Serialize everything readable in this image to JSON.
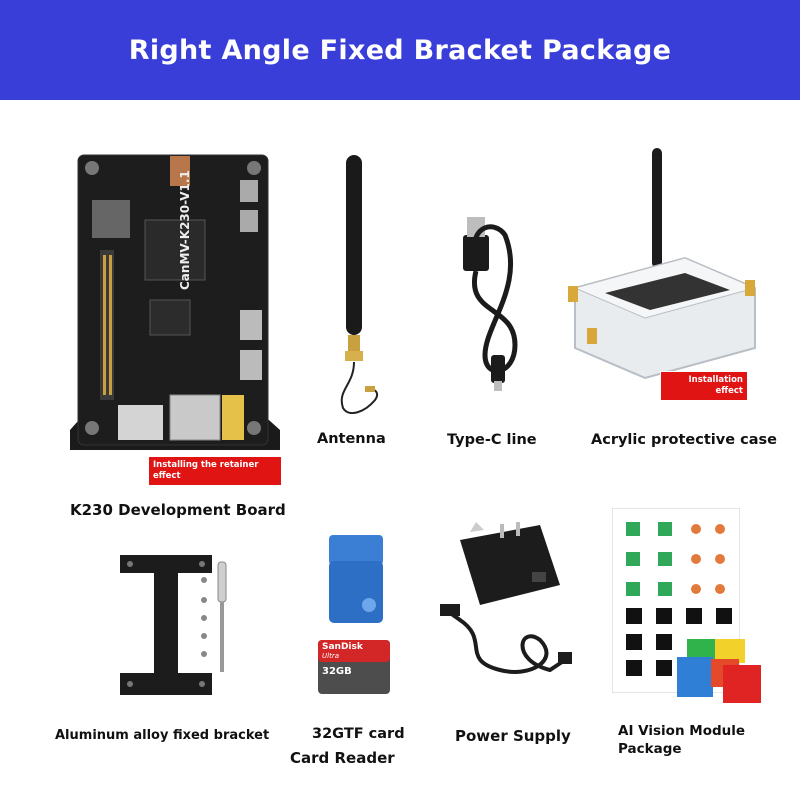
{
  "header": {
    "title": "Right Angle Fixed Bracket Package"
  },
  "items": [
    {
      "key": "board",
      "label": "K230 Development Board",
      "tag": "Installing the retainer effect",
      "board_text": "CanMV-K230-V1.1"
    },
    {
      "key": "antenna",
      "label": "Antenna"
    },
    {
      "key": "typec",
      "label": "Type-C line"
    },
    {
      "key": "case",
      "label": "Acrylic protective case",
      "tag": "Installation effect"
    },
    {
      "key": "bracket",
      "label": "Aluminum alloy fixed bracket"
    },
    {
      "key": "card",
      "label": "32GTF card",
      "label2": "Card Reader",
      "card_brand": "SanDisk",
      "card_sub": "Ultra",
      "card_size": "32GB"
    },
    {
      "key": "power",
      "label": "Power Supply"
    },
    {
      "key": "vision",
      "label": "AI Vision Module",
      "label2": "Package"
    }
  ],
  "colors": {
    "banner": "#3a3ed8",
    "tag": "#e11414"
  }
}
